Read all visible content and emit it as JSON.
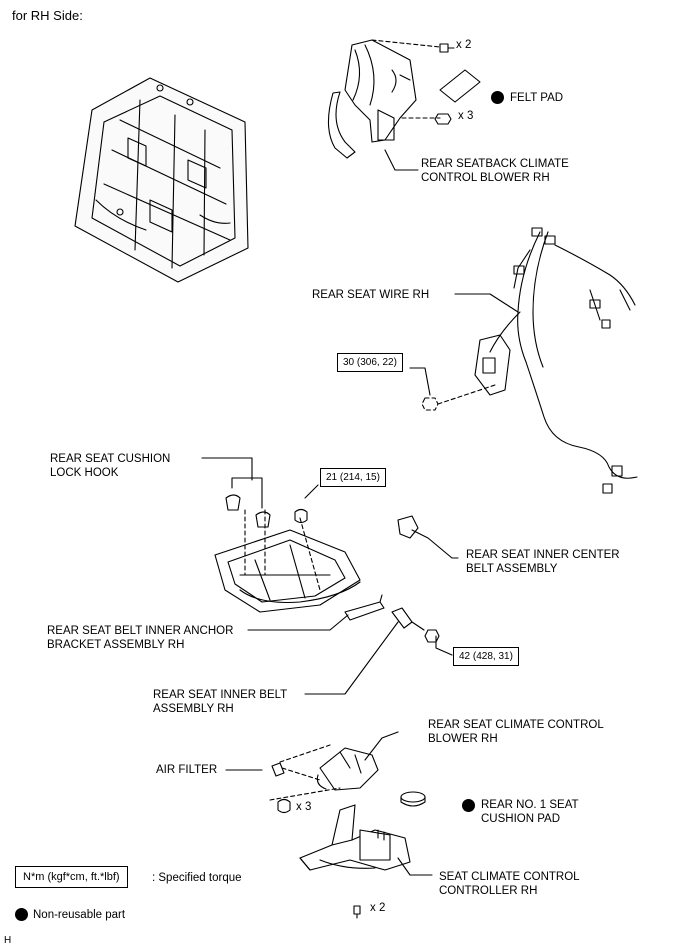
{
  "header": "for RH Side:",
  "labels": {
    "felt_pad": "FELT PAD",
    "x2_top": "x 2",
    "x3_top": "x 3",
    "blower_seatback": "REAR SEATBACK CLIMATE\nCONTROL BLOWER RH",
    "wire": "REAR SEAT WIRE RH",
    "torque_30": "30 (306, 22)",
    "cushion_lock_hook": "REAR SEAT CUSHION\nLOCK HOOK",
    "torque_21": "21 (214, 15)",
    "inner_center_belt": "REAR SEAT INNER CENTER\nBELT ASSEMBLY",
    "anchor_bracket": "REAR SEAT BELT INNER ANCHOR\nBRACKET ASSEMBLY RH",
    "torque_42": "42 (428, 31)",
    "inner_belt": "REAR SEAT INNER BELT\nASSEMBLY RH",
    "blower_cushion": "REAR SEAT CLIMATE CONTROL\nBLOWER RH",
    "air_filter": "AIR FILTER",
    "x3_bottom": "x 3",
    "cushion_pad": "REAR NO. 1 SEAT\nCUSHION PAD",
    "controller": "SEAT CLIMATE CONTROL\nCONTROLLER RH",
    "x2_bottom": "x 2"
  },
  "legend": {
    "torque_unit": "N*m (kgf*cm, ft.*lbf)",
    "torque_desc": ": Specified torque",
    "nonreusable": "Non-reusable part"
  },
  "footer_code": "H"
}
